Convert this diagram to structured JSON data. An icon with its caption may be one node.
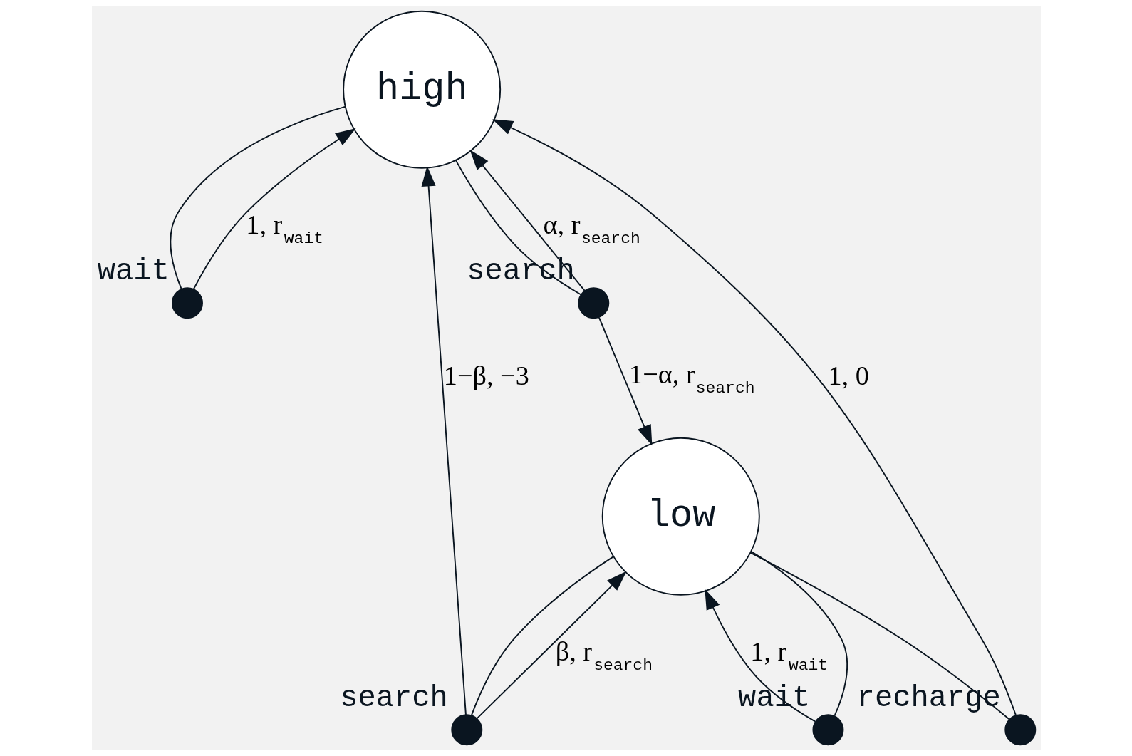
{
  "diagram": {
    "nodes": [
      {
        "text": [
          "high"
        ]
      },
      {
        "text": [
          "low"
        ]
      },
      {
        "text": [],
        "shape": "circle",
        "beside": [
          "wait"
        ]
      },
      {
        "text": [],
        "shape": "circle",
        "beside": [
          "search"
        ]
      },
      {
        "text": [],
        "shape": "circle",
        "beside": [
          "recharge"
        ]
      },
      {
        "text": [],
        "shape": "circle",
        "beside": [
          "search"
        ]
      },
      {
        "text": [],
        "shape": "circle",
        "beside": [
          "wait"
        ]
      }
    ],
    "edges": [
      {
        "from": 0,
        "to": 2,
        "arrow": "none"
      },
      {
        "from": 2,
        "to": 0,
        "arrow": "to",
        "label": "1, r$_{wait}$"
      },
      {
        "from": 0,
        "to": 3,
        "arrow": "none"
      },
      {
        "from": 3,
        "to": 0,
        "arrow": "to",
        "label": "α, r$_{search}$"
      },
      {
        "from": 3,
        "to": 1,
        "arrow": "to",
        "label": "1−α, r$_{search}$"
      },
      {
        "from": 1,
        "to": 4,
        "arrow": "none"
      },
      {
        "from": 4,
        "to": 0,
        "arrow": "to",
        "label": "1, 0"
      },
      {
        "from": 1,
        "to": 5,
        "arrow": "none"
      },
      {
        "from": 5,
        "to": 1,
        "arrow": "to",
        "label": "β, r$_{search}$"
      },
      {
        "from": 5,
        "to": 0,
        "arrow": "to",
        "label": "1−β, −3"
      },
      {
        "from": 1,
        "to": 6,
        "arrow": "none"
      },
      {
        "from": 6,
        "to": 1,
        "arrow": "to",
        "label": "1, r$_{wait}$"
      }
    ]
  }
}
